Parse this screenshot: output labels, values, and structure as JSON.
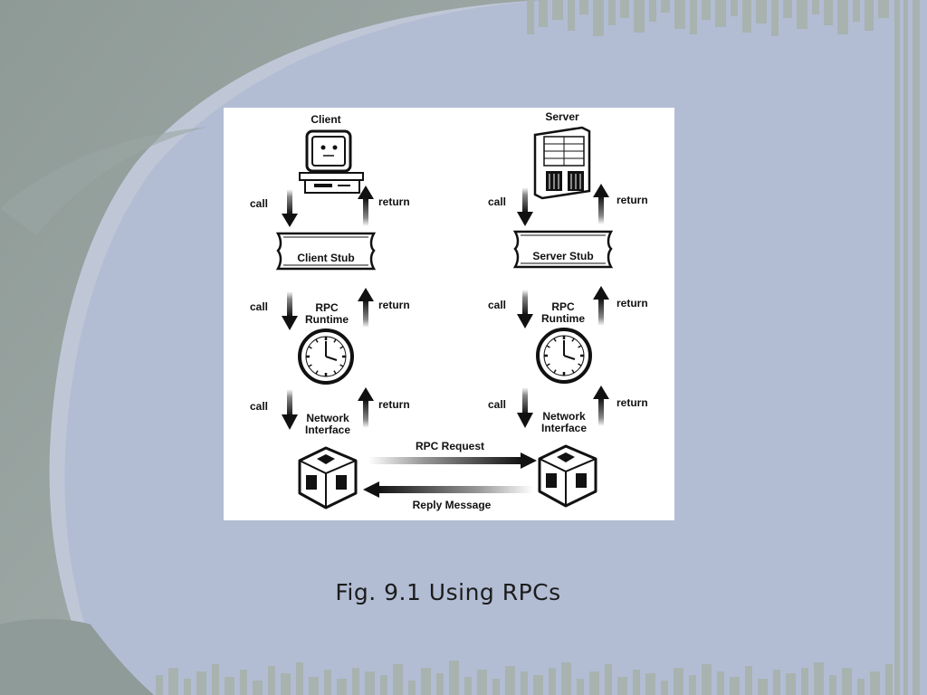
{
  "slide": {
    "caption": "Fig. 9.1 Using RPCs"
  },
  "diagram": {
    "client_title": "Client",
    "server_title": "Server",
    "client_stub": "Client Stub",
    "server_stub": "Server Stub",
    "call": "call",
    "return": "return",
    "rpc": "RPC",
    "runtime": "Runtime",
    "network": "Network",
    "interface": "Interface",
    "rpc_request": "RPC Request",
    "reply_message": "Reply Message"
  },
  "colors": {
    "background": "#b2bdd4",
    "figure_background": "#ffffff",
    "ink": "#111111"
  }
}
